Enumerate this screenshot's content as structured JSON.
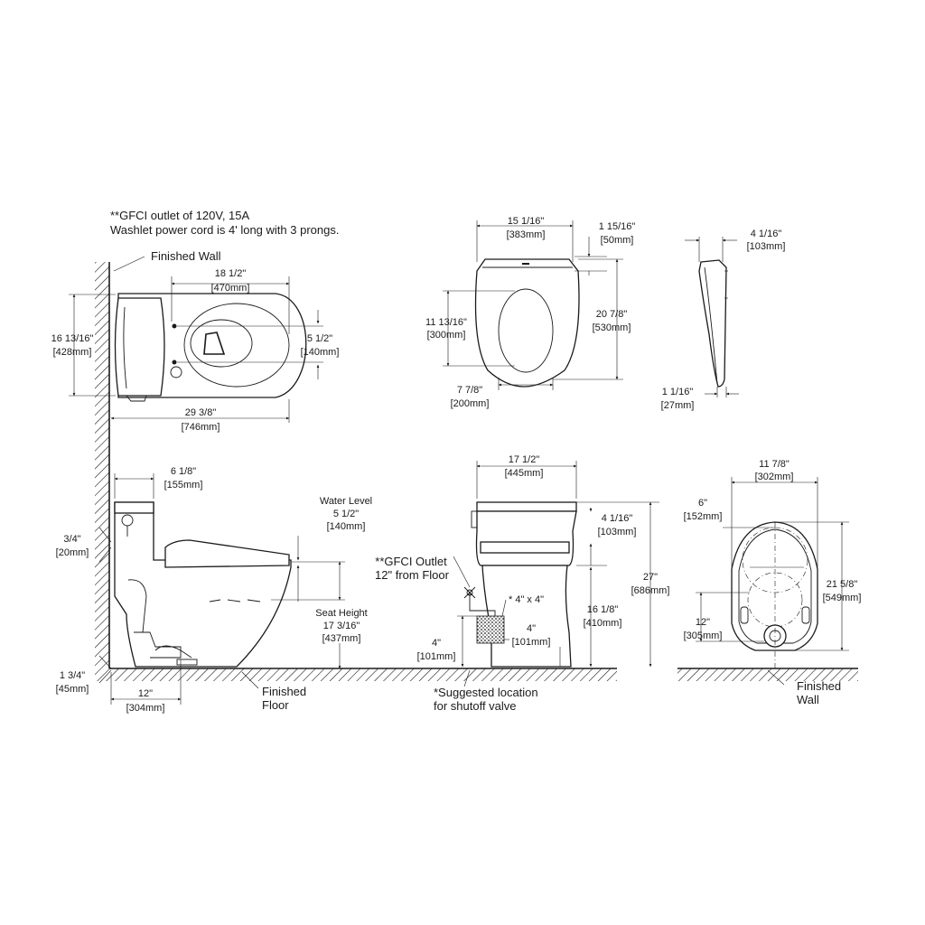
{
  "notes": {
    "gfci_line1": "**GFCI outlet of 120V, 15A",
    "gfci_line2": "Washlet power cord is 4' long with 3 prongs."
  },
  "labels": {
    "finished_wall": "Finished Wall",
    "finished_floor_1": "Finished",
    "finished_floor_2": "Floor",
    "water_level": "Water Level",
    "seat_height": "Seat Height",
    "gfci_outlet_1": "**GFCI Outlet",
    "gfci_outlet_2": "12\" from Floor",
    "box_size": "* 4\" x 4\"",
    "suggested_1": "*Suggested location",
    "suggested_2": "for shutoff valve",
    "finished_wall_2a": "Finished",
    "finished_wall_2b": "Wall"
  },
  "dimensions": {
    "top_length": {
      "in": "18 1/2\"",
      "mm": "[470mm]"
    },
    "top_height": {
      "in": "16 13/16\"",
      "mm": "[428mm]"
    },
    "top_hole": {
      "in": "5 1/2\"",
      "mm": "[140mm]"
    },
    "top_total": {
      "in": "29 3/8\"",
      "mm": "[746mm]"
    },
    "seat_width": {
      "in": "15 1/16\"",
      "mm": "[383mm]"
    },
    "seat_offset": {
      "in": "1 15/16\"",
      "mm": "[50mm]"
    },
    "seat_opening": {
      "in": "11 13/16\"",
      "mm": "[300mm]"
    },
    "seat_length": {
      "in": "20 7/8\"",
      "mm": "[530mm]"
    },
    "seat_opening_w": {
      "in": "7 7/8\"",
      "mm": "[200mm]"
    },
    "lid_depth": {
      "in": "4 1/16\"",
      "mm": "[103mm]"
    },
    "lid_thick": {
      "in": "1 1/16\"",
      "mm": "[27mm]"
    },
    "tank_depth": {
      "in": "6 1/8\"",
      "mm": "[155mm]"
    },
    "wall_gap": {
      "in": "3/4\"",
      "mm": "[20mm]"
    },
    "water_level": {
      "in": "5 1/2\"",
      "mm": "[140mm]"
    },
    "seat_height": {
      "in": "17 3/16\"",
      "mm": "[437mm]"
    },
    "base_h": {
      "in": "1 3/4\"",
      "mm": "[45mm]"
    },
    "rough_in": {
      "in": "12\"",
      "mm": "[304mm]"
    },
    "front_width": {
      "in": "17 1/2\"",
      "mm": "[445mm]"
    },
    "front_lid": {
      "in": "4 1/16\"",
      "mm": "[103mm]"
    },
    "front_height": {
      "in": "27\"",
      "mm": "[686mm]"
    },
    "front_seat": {
      "in": "16 1/8\"",
      "mm": "[410mm]"
    },
    "valve_h": {
      "in": "4\"",
      "mm": "[101mm]"
    },
    "valve_off": {
      "in": "4\"",
      "mm": "[101mm]"
    },
    "base_width": {
      "in": "11 7/8\"",
      "mm": "[302mm]"
    },
    "base_6": {
      "in": "6\"",
      "mm": "[152mm]"
    },
    "base_len": {
      "in": "21 5/8\"",
      "mm": "[549mm]"
    },
    "base_12": {
      "in": "12\"",
      "mm": "[305mm]"
    }
  }
}
